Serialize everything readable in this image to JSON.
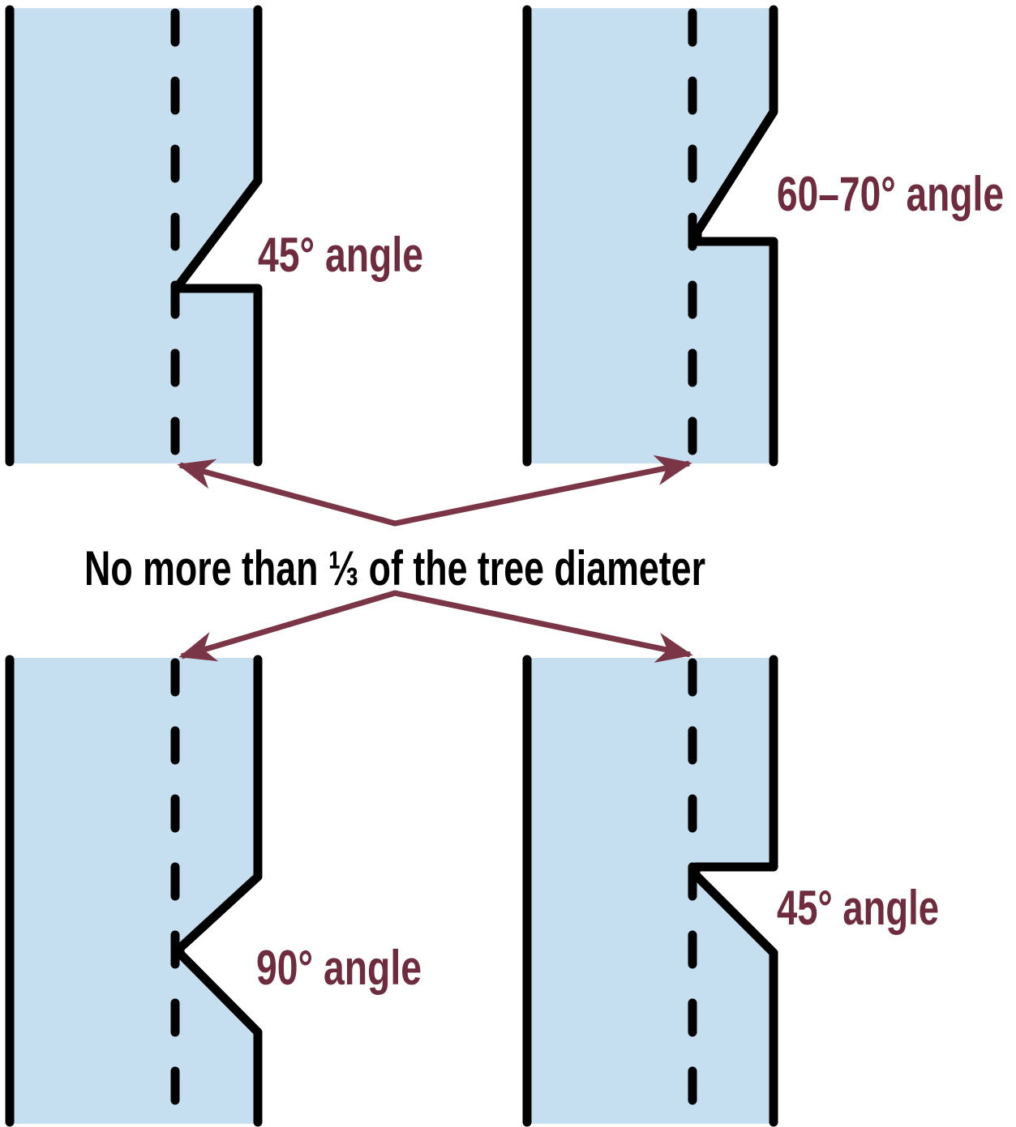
{
  "diagram": {
    "title_semantic": "Tree felling notch angles diagram",
    "center_note": "No more than ⅓ of the tree diameter",
    "trunks": {
      "top_left": {
        "label": "45° angle"
      },
      "top_right": {
        "label": "60–70° angle"
      },
      "bottom_left": {
        "label": "90° angle"
      },
      "bottom_right": {
        "label": "45° angle"
      }
    },
    "colors": {
      "trunk_fill": "#c5dff1",
      "outline": "#000000",
      "label_text": "#6e2c3e",
      "arrow": "#7a3546",
      "note_text": "#000000"
    }
  }
}
